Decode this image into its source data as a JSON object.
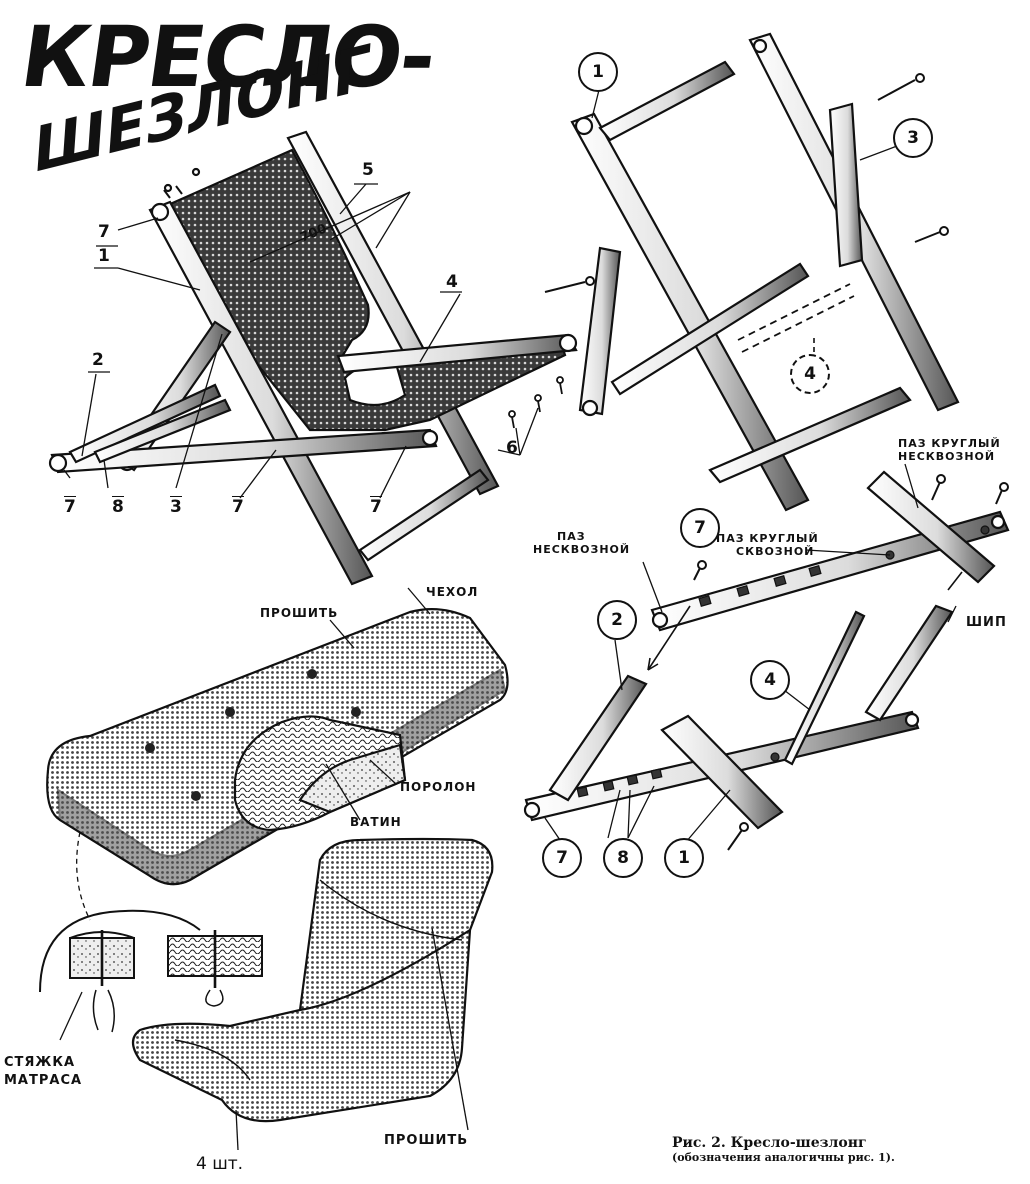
{
  "title": {
    "line1": "КРЕСЛО-",
    "line2": "ШЕЗЛОНГ"
  },
  "dimension": "700",
  "chair_labels": {
    "n1": "1",
    "n2": "2",
    "n3": "3",
    "n4": "4",
    "n5": "5",
    "n6": "6",
    "n7a": "7",
    "n7b": "7",
    "n7c": "7",
    "n7d": "7",
    "n8": "8"
  },
  "frame_labels": {
    "c1": "1",
    "c3": "3",
    "c4": "4"
  },
  "parts_labels": {
    "paz_kruglyy_neskvoznoy": [
      "ПАЗ КРУГЛЫЙ",
      "НЕСКВОЗНОЙ"
    ],
    "paz_neskvoznoy": [
      "ПАЗ",
      "НЕСКВОЗНОЙ"
    ],
    "paz_kruglyy_skvoznoy": [
      "ПАЗ КРУГЛЫЙ",
      "СКВОЗНОЙ"
    ],
    "ship": "ШИП",
    "c7top": "7",
    "c2": "2",
    "c4": "4",
    "c7bot": "7",
    "c8": "8",
    "c1": "1"
  },
  "mattress_labels": {
    "chehol": "ЧЕХОЛ",
    "proshit_top": "ПРОШИТЬ",
    "porolon": "ПОРОЛОН",
    "vatin": "ВАТИН",
    "styazhka": [
      "СТЯЖКА",
      "МАТРАСА"
    ],
    "proshit_bottom": "ПРОШИТЬ",
    "qty": "4 шт."
  },
  "caption": {
    "line1": "Рис. 2. Кресло-шезлонг",
    "line2": "(обозначения аналогичны рис. 1)."
  }
}
